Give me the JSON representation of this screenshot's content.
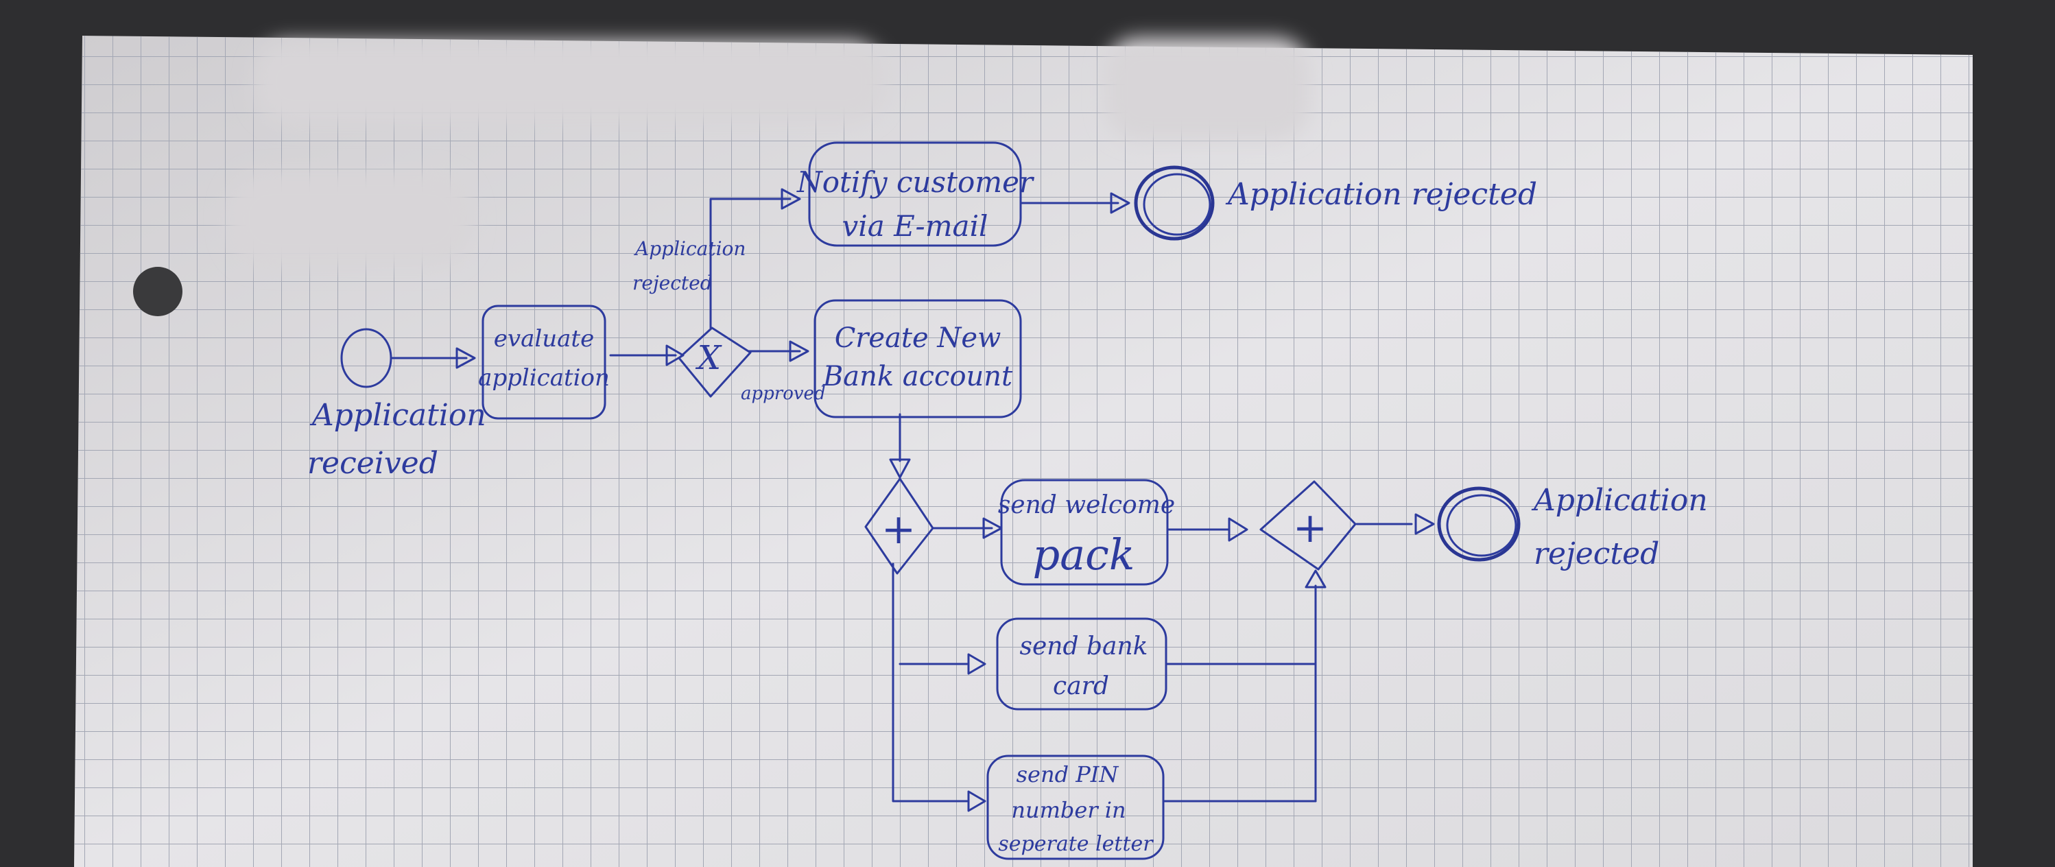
{
  "diagram": {
    "nodes": {
      "start_event": {
        "label_line1": "Application",
        "label_line2": "received"
      },
      "task_evaluate": {
        "line1": "evaluate",
        "line2": "application"
      },
      "xor_gateway": {
        "symbol": "X"
      },
      "task_notify": {
        "line1": "Notify customer",
        "line2": "via E-mail"
      },
      "end_rejected_top": {
        "label": "Application rejected"
      },
      "task_create_account": {
        "line1": "Create New",
        "line2": "Bank account"
      },
      "and_split": {
        "symbol": "+"
      },
      "and_join": {
        "symbol": "+"
      },
      "task_welcome": {
        "line1": "send welcome",
        "line2": "pack"
      },
      "task_bank_card": {
        "line1": "send bank",
        "line2": "card"
      },
      "task_pin": {
        "line1": "send PIN",
        "line2": "number in",
        "line3": "seperate letter"
      },
      "end_rejected_bottom": {
        "label_line1": "Application",
        "label_line2": "rejected"
      }
    },
    "flow_labels": {
      "rejected_line1": "Application",
      "rejected_line2": "rejected",
      "approved": "approved"
    }
  },
  "colors": {
    "ink": "#2d3b9e",
    "paper": "#e2e1e4",
    "grid": "#a3a7b4",
    "desk": "#2e2e30"
  }
}
